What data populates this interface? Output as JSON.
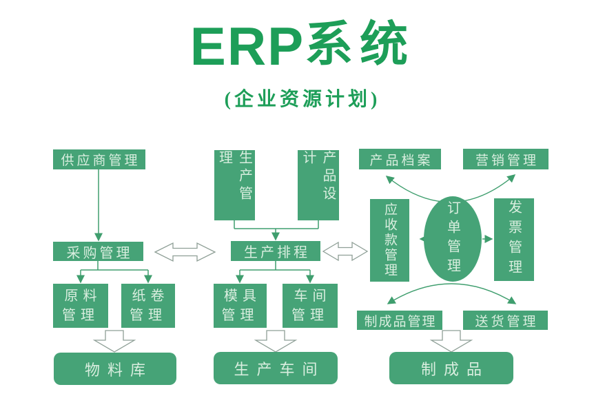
{
  "title": {
    "en": "ERP",
    "cn": "系统"
  },
  "subtitle": "(企业资源计划)",
  "colors": {
    "title_green": "#1d9e58",
    "box_fill": "#46a377",
    "box_text": "#d9eedf",
    "connector_green": "#3f9e6e",
    "outline_arrow_gray": "#8e9f96"
  },
  "nodes": {
    "supplier": {
      "label": "供应商管理"
    },
    "purchasing": {
      "label": "采购管理"
    },
    "raw_material": {
      "label": "原料管理"
    },
    "paper_roll": {
      "label": "纸卷管理"
    },
    "material_store": {
      "label": "物料库"
    },
    "production_mgmt": {
      "label": "生产管理"
    },
    "product_design": {
      "label": "产品设计"
    },
    "scheduling": {
      "label": "生产排程"
    },
    "mold_mgmt": {
      "label": "模具管理"
    },
    "workshop_mgmt": {
      "label": "车间管理"
    },
    "production_shop": {
      "label": "生产车间"
    },
    "product_archive": {
      "label": "产品档案"
    },
    "marketing": {
      "label": "营销管理"
    },
    "receivables": {
      "label": "应收款管理"
    },
    "order_mgmt": {
      "label": "订单管理"
    },
    "invoice": {
      "label": "发票管理"
    },
    "finished_mgmt": {
      "label": "制成品管理"
    },
    "delivery": {
      "label": "送货管理"
    },
    "finished_goods": {
      "label": "制成品"
    }
  }
}
